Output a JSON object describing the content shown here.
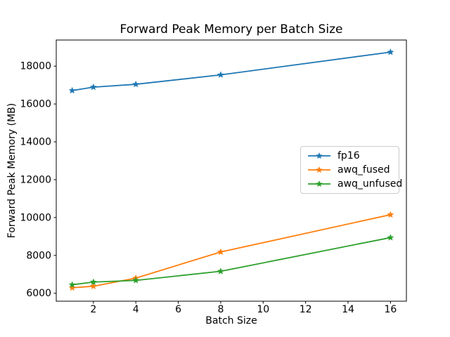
{
  "chart_data": {
    "type": "line",
    "title": "Forward Peak Memory per Batch Size",
    "xlabel": "Batch Size",
    "ylabel": "Forward Peak Memory (MB)",
    "x": [
      1,
      2,
      4,
      8,
      16
    ],
    "series": [
      {
        "name": "fp16",
        "color": "#1f77b4",
        "values": [
          16710,
          16890,
          17040,
          17540,
          18740
        ]
      },
      {
        "name": "awq_fused",
        "color": "#ff7f0e",
        "values": [
          6290,
          6370,
          6800,
          8180,
          10150
        ]
      },
      {
        "name": "awq_unfused",
        "color": "#2ca02c",
        "values": [
          6450,
          6590,
          6680,
          7160,
          8940
        ]
      }
    ],
    "marker": "star",
    "xticks": [
      2,
      4,
      6,
      8,
      10,
      12,
      14,
      16
    ],
    "yticks": [
      6000,
      8000,
      10000,
      12000,
      14000,
      16000,
      18000
    ],
    "xlim": [
      0.25,
      16.75
    ],
    "ylim": [
      5580,
      19380
    ],
    "grid": false,
    "legend_position": "center right",
    "background": "#ffffff",
    "axis_color": "#000000"
  }
}
